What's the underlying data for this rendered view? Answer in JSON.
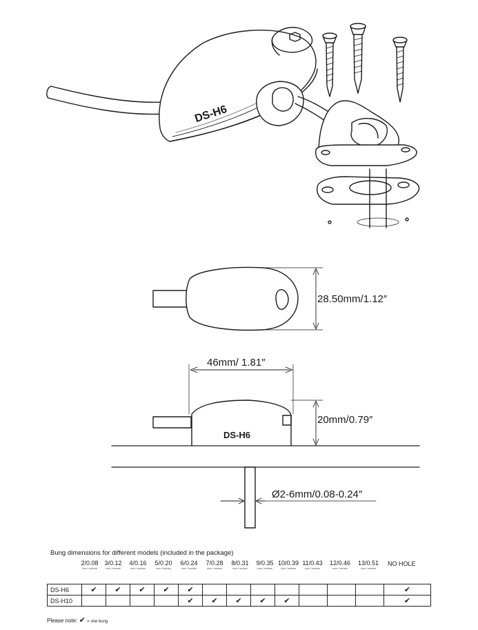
{
  "model_label": "DS-H6",
  "dimensions": {
    "height": "28.50mm/1.12″",
    "length": "46mm/ 1.81″",
    "profile_height": "20mm/0.79″",
    "cable_diameter": "Ø2-6mm/0.08-0.24″"
  },
  "bung_table": {
    "title": "Bung dimensions for different models (included in the package)",
    "sizes": [
      "2/0.08",
      "3/0.12",
      "4/0.16",
      "5/0.20",
      "6/0.24",
      "7/0.28",
      "8/0.31",
      "9/0.35",
      "10/0.39",
      "11/0.43",
      "12/0.46",
      "13/0.51"
    ],
    "unit_label": "mm / inches",
    "no_hole": "NO HOLE",
    "check_mark": "✔",
    "rows": [
      {
        "model": "DS-H6",
        "checks": [
          true,
          true,
          true,
          true,
          true,
          false,
          false,
          false,
          false,
          false,
          false,
          false,
          true
        ]
      },
      {
        "model": "DS-H10",
        "checks": [
          false,
          false,
          false,
          false,
          true,
          true,
          true,
          true,
          true,
          false,
          false,
          false,
          true
        ]
      }
    ]
  },
  "note": {
    "prefix": "Please note:",
    "suffix": "= one bung"
  }
}
